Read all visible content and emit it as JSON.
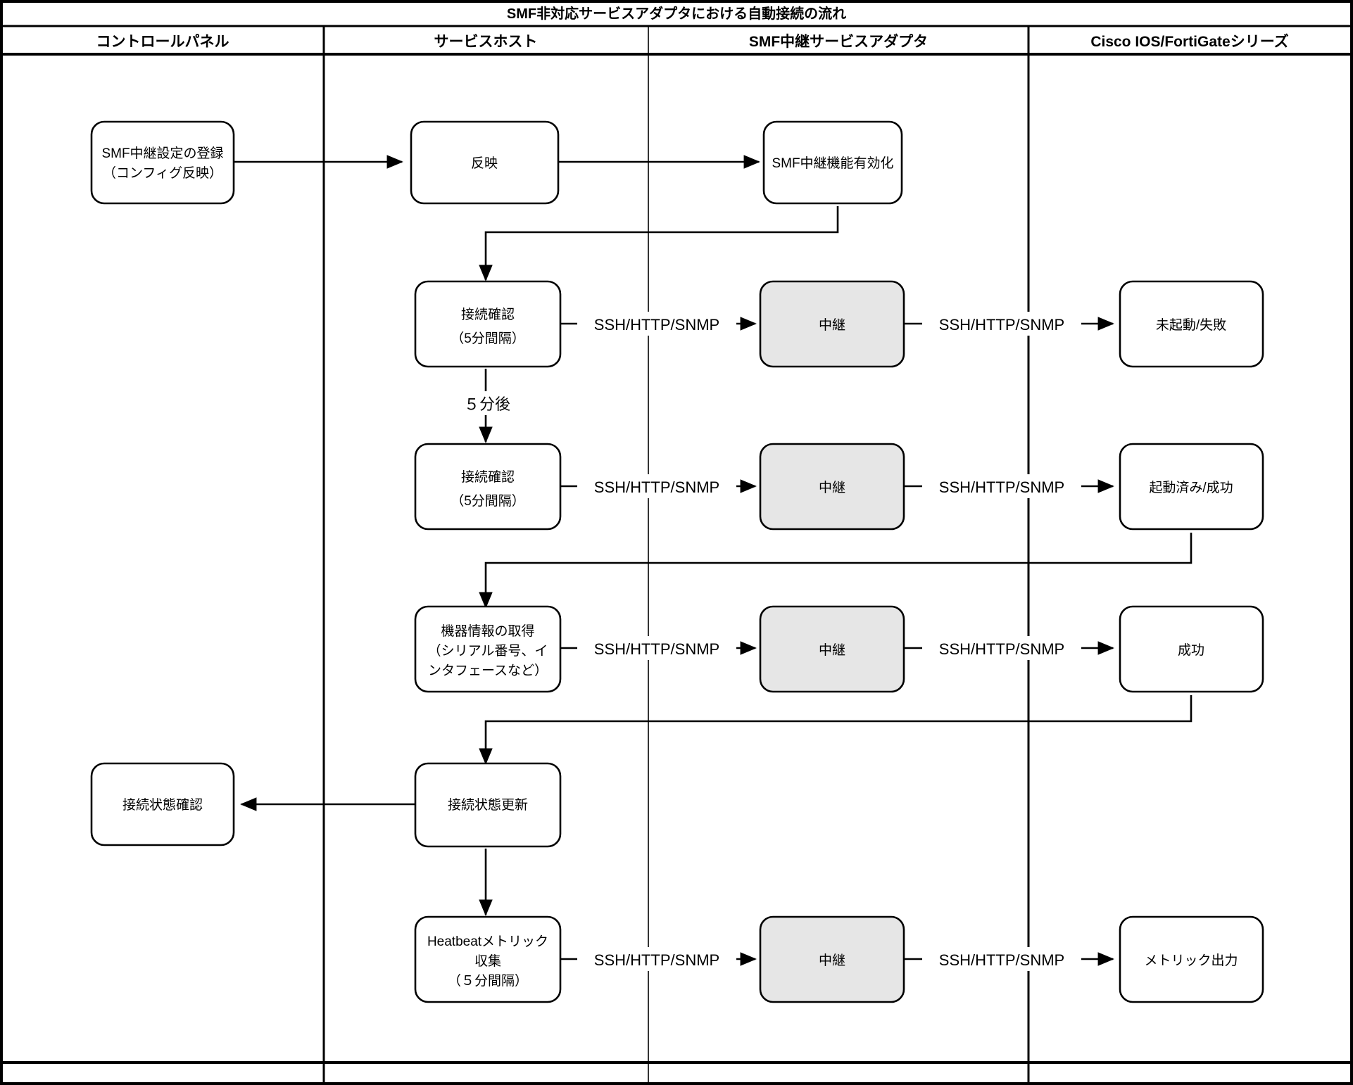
{
  "diagram": {
    "title": "SMF非対応サービスアダプタにおける自動接続の流れ",
    "lanes": [
      {
        "id": "control-panel",
        "label": "コントロールパネル"
      },
      {
        "id": "service-host",
        "label": "サービスホスト"
      },
      {
        "id": "smf-relay-adapter",
        "label": "SMF中継サービスアダプタ"
      },
      {
        "id": "cisco-fortigate",
        "label": "Cisco IOS/FortiGateシリーズ"
      }
    ],
    "nodes": [
      {
        "id": "n1",
        "lane": "control-panel",
        "lines": [
          "SMF中継設定の登録",
          "（コンフィグ反映）"
        ],
        "shaded": false
      },
      {
        "id": "n2",
        "lane": "service-host",
        "lines": [
          "反映"
        ],
        "shaded": false
      },
      {
        "id": "n3",
        "lane": "smf-relay-adapter",
        "lines": [
          "SMF中継機能有効化"
        ],
        "shaded": false
      },
      {
        "id": "n4",
        "lane": "service-host",
        "lines": [
          "接続確認",
          "（5分間隔）"
        ],
        "shaded": false
      },
      {
        "id": "n5",
        "lane": "smf-relay-adapter",
        "lines": [
          "中継"
        ],
        "shaded": true
      },
      {
        "id": "n6",
        "lane": "cisco-fortigate",
        "lines": [
          "未起動/失敗"
        ],
        "shaded": false
      },
      {
        "id": "n7",
        "lane": "service-host",
        "lines": [
          "接続確認",
          "（5分間隔）"
        ],
        "shaded": false
      },
      {
        "id": "n8",
        "lane": "smf-relay-adapter",
        "lines": [
          "中継"
        ],
        "shaded": true
      },
      {
        "id": "n9",
        "lane": "cisco-fortigate",
        "lines": [
          "起動済み/成功"
        ],
        "shaded": false
      },
      {
        "id": "n10",
        "lane": "service-host",
        "lines": [
          "機器情報の取得",
          "（シリアル番号、イ",
          "ンタフェースなど）"
        ],
        "shaded": false
      },
      {
        "id": "n11",
        "lane": "smf-relay-adapter",
        "lines": [
          "中継"
        ],
        "shaded": true
      },
      {
        "id": "n12",
        "lane": "cisco-fortigate",
        "lines": [
          "成功"
        ],
        "shaded": false
      },
      {
        "id": "n13",
        "lane": "control-panel",
        "lines": [
          "接続状態確認"
        ],
        "shaded": false
      },
      {
        "id": "n14",
        "lane": "service-host",
        "lines": [
          "接続状態更新"
        ],
        "shaded": false
      },
      {
        "id": "n15",
        "lane": "service-host",
        "lines": [
          "Heatbeatメトリック",
          "収集",
          "（５分間隔）"
        ],
        "shaded": false
      },
      {
        "id": "n16",
        "lane": "smf-relay-adapter",
        "lines": [
          "中継"
        ],
        "shaded": true
      },
      {
        "id": "n17",
        "lane": "cisco-fortigate",
        "lines": [
          "メトリック出力"
        ],
        "shaded": false
      }
    ],
    "edge_labels": {
      "e_n4_n5": "SSH/HTTP/SNMP",
      "e_n5_n6": "SSH/HTTP/SNMP",
      "e_n7_n8": "SSH/HTTP/SNMP",
      "e_n8_n9": "SSH/HTTP/SNMP",
      "e_n10_n11": "SSH/HTTP/SNMP",
      "e_n11_n12": "SSH/HTTP/SNMP",
      "e_n15_n16": "SSH/HTTP/SNMP",
      "e_n16_n17": "SSH/HTTP/SNMP",
      "e_n4_n7": "５分後"
    },
    "colors": {
      "stroke": "#000000",
      "background": "#ffffff",
      "shaded_fill": "#e6e6e6"
    }
  }
}
